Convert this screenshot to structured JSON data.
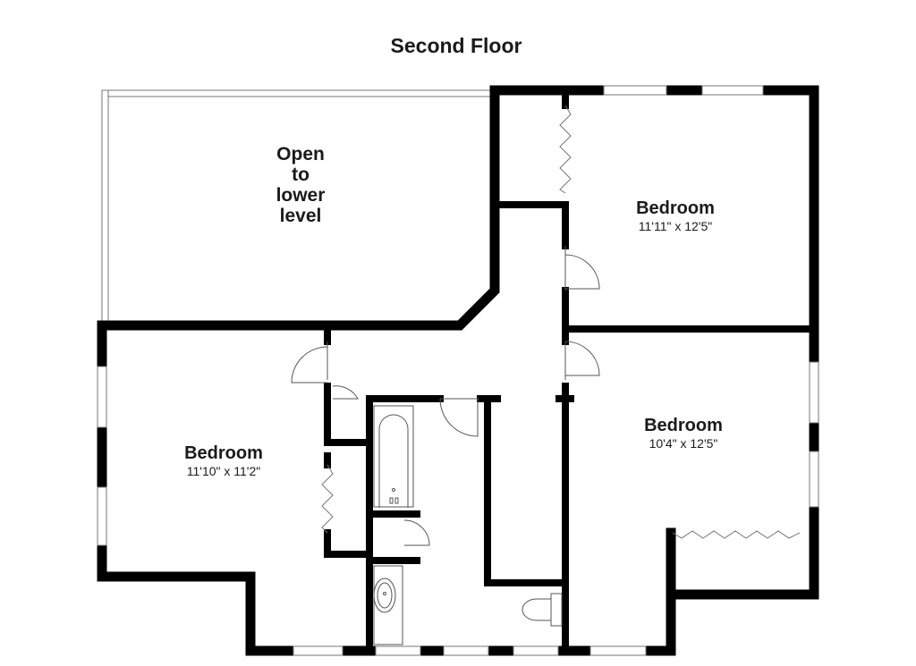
{
  "title": "Second Floor",
  "open_area": {
    "line1": "Open",
    "line2": "to",
    "line3": "lower",
    "line4": "level"
  },
  "rooms": [
    {
      "name": "Bedroom",
      "dimensions": "11'11\" x 12'5\""
    },
    {
      "name": "Bedroom",
      "dimensions": "10'4\" x 12'5\""
    },
    {
      "name": "Bedroom",
      "dimensions": "11'10\" x 11'2\""
    }
  ]
}
